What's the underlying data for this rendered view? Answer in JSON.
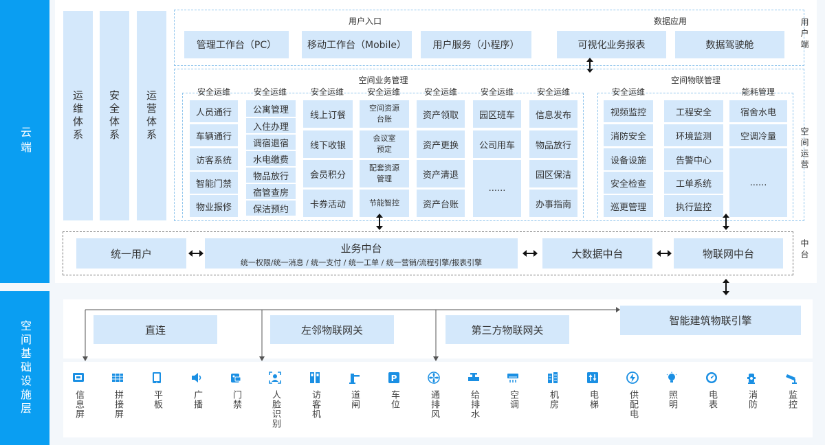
{
  "sides": {
    "cloud": "云端",
    "infra": "空间基础设施层"
  },
  "systems": [
    "运维体系",
    "安全体系",
    "运营体系"
  ],
  "right_labels": {
    "user_end": "用户端",
    "space_ops": "空间运营",
    "middle": "中台"
  },
  "user_entry": {
    "title": "用户入口",
    "items": [
      "管理工作台（PC）",
      "移动工作台（Mobile）",
      "用户服务（小程序）"
    ]
  },
  "data_app": {
    "title": "数据应用",
    "items": [
      "可视化业务报表",
      "数据驾驶舱"
    ]
  },
  "space_business": {
    "title": "空间业务管理",
    "columns": [
      {
        "header": "安全运维",
        "items": [
          "人员通行",
          "车辆通行",
          "访客系统",
          "智能门禁",
          "物业报修"
        ]
      },
      {
        "header": "安全运维",
        "items": [
          "公寓管理",
          "入住办理",
          "调宿退宿",
          "水电缴费",
          "物品放行",
          "宿管查房",
          "保洁预约"
        ]
      },
      {
        "header": "安全运维",
        "items": [
          "线上订餐",
          "线下收银",
          "会员积分",
          "卡券活动"
        ]
      },
      {
        "header": "安全运维",
        "items": [
          "空间资源\n台账",
          "会议室\n预定",
          "配套资源\n管理",
          "节能智控"
        ]
      },
      {
        "header": "安全运维",
        "items": [
          "资产领取",
          "资产更换",
          "资产清退",
          "资产台账"
        ]
      },
      {
        "header": "安全运维",
        "items": [
          "园区班车",
          "公司用车",
          "......"
        ]
      },
      {
        "header": "安全运维",
        "items": [
          "信息发布",
          "物品放行",
          "园区保洁",
          "办事指南"
        ]
      }
    ]
  },
  "space_iot": {
    "title": "空间物联管理",
    "columns": [
      {
        "header": "安全运维",
        "items": [
          "视频监控",
          "消防安全",
          "设备设施",
          "安全检查",
          "巡更管理"
        ]
      },
      {
        "header": "",
        "items": [
          "工程安全",
          "环境监测",
          "告警中心",
          "工单系统",
          "执行监控"
        ]
      },
      {
        "header": "能耗管理",
        "items": [
          "宿舍水电",
          "空调冷量",
          "......"
        ]
      }
    ]
  },
  "middle": {
    "unified_user": "统一用户",
    "business_title": "业务中台",
    "business_sub": "统一权限/统一消息 / 统一支付 / 统一工单 / 统一营销/流程引擎/报表引擎",
    "bigdata": "大数据中台",
    "iot": "物联网中台"
  },
  "gateways": {
    "direct": "直连",
    "neighbor": "左邻物联网关",
    "third": "第三方物联网关",
    "engine": "智能建筑物联引擎"
  },
  "devices": [
    {
      "label": "信息屏",
      "icon": "screen-icon"
    },
    {
      "label": "拼接屏",
      "icon": "grid-screen-icon"
    },
    {
      "label": "平板",
      "icon": "tablet-icon"
    },
    {
      "label": "广播",
      "icon": "speaker-icon"
    },
    {
      "label": "门禁",
      "icon": "access-card-icon"
    },
    {
      "label": "人脸识别",
      "icon": "face-scan-icon"
    },
    {
      "label": "访客机",
      "icon": "kiosk-icon"
    },
    {
      "label": "道闸",
      "icon": "barrier-gate-icon"
    },
    {
      "label": "车位",
      "icon": "parking-icon"
    },
    {
      "label": "通排风",
      "icon": "fan-icon"
    },
    {
      "label": "给排水",
      "icon": "valve-icon"
    },
    {
      "label": "空调",
      "icon": "air-conditioner-icon"
    },
    {
      "label": "机房",
      "icon": "server-room-icon"
    },
    {
      "label": "电梯",
      "icon": "elevator-icon"
    },
    {
      "label": "供配电",
      "icon": "power-icon"
    },
    {
      "label": "照明",
      "icon": "light-bulb-icon"
    },
    {
      "label": "电表",
      "icon": "meter-icon"
    },
    {
      "label": "消防",
      "icon": "fire-hydrant-icon"
    },
    {
      "label": "监控",
      "icon": "cctv-camera-icon"
    }
  ],
  "colors": {
    "side_blue": "#0a9ef2",
    "box_blue": "#d4e8fb",
    "icon_blue": "#1a8fe3"
  }
}
